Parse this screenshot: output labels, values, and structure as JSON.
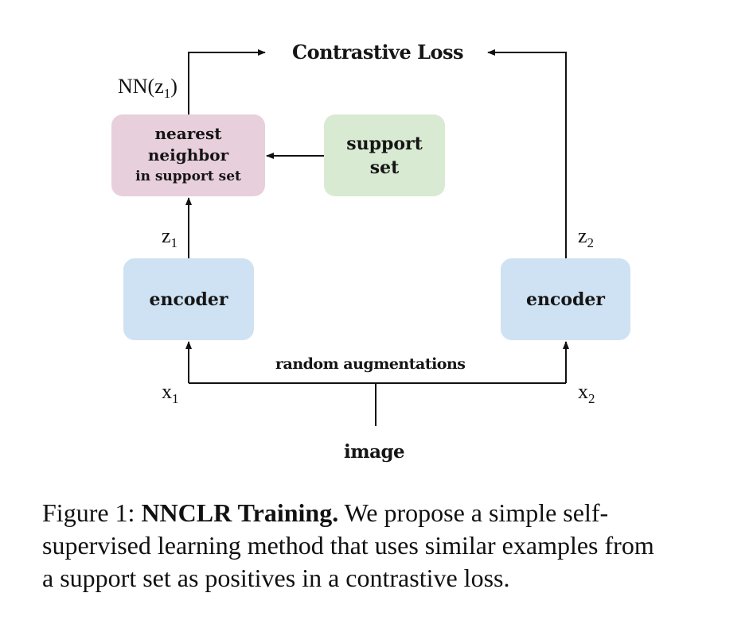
{
  "diagram": {
    "top_label": "Contrastive Loss",
    "nn_label": {
      "text": "NN(z",
      "sub": "1",
      "close": ")"
    },
    "nearest_box": {
      "lines": [
        "nearest",
        "neighbor",
        "in support set"
      ]
    },
    "support_box": {
      "lines": [
        "support",
        "set"
      ]
    },
    "z1_label": {
      "text": "z",
      "sub": "1"
    },
    "z2_label": {
      "text": "z",
      "sub": "2"
    },
    "encoder_left": "encoder",
    "encoder_right": "encoder",
    "augment_label": "random augmentations",
    "x1_label": {
      "text": "x",
      "sub": "1"
    },
    "x2_label": {
      "text": "x",
      "sub": "2"
    },
    "image_label": "image",
    "colors": {
      "nearest_box": "#e8cfdc",
      "support_box": "#d9ead3",
      "encoder_box": "#cfe2f3",
      "line": "#111111"
    }
  },
  "caption": {
    "prefix": "Figure 1: ",
    "bold": "NNCLR Training.",
    "line1_rest": " We propose a simple self-",
    "line2": "supervised learning method that uses similar examples from",
    "line3": "a support set as positives in a contrastive loss."
  }
}
